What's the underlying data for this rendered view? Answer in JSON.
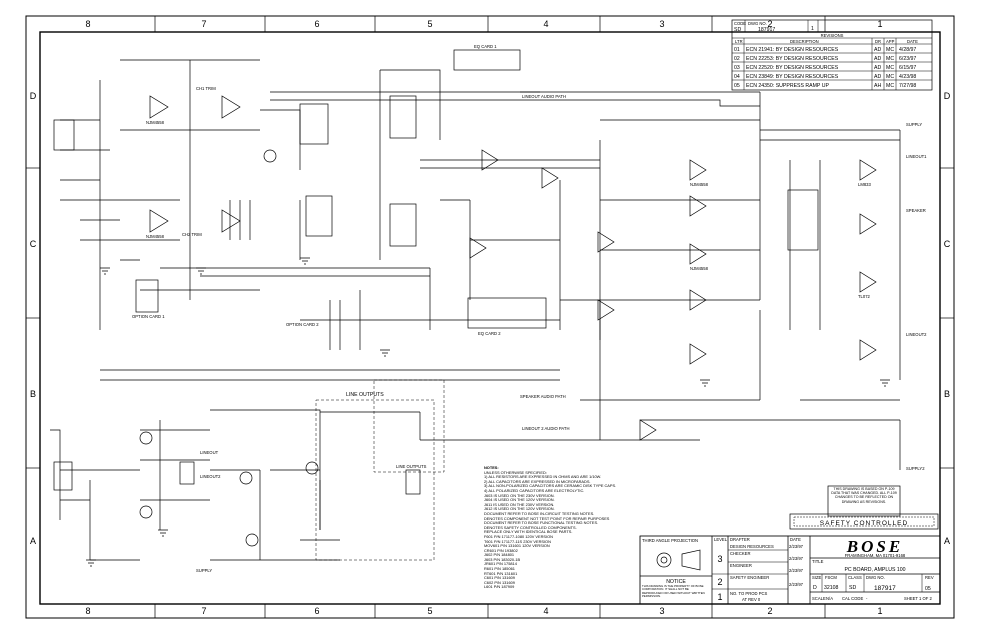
{
  "frame": {
    "zones_top": [
      "8",
      "7",
      "6",
      "5",
      "4",
      "3",
      "2",
      "1"
    ],
    "zones_bottom": [
      "8",
      "7",
      "6",
      "5",
      "4",
      "3",
      "2",
      "1"
    ],
    "zones_left": [
      "D",
      "C",
      "B",
      "A"
    ],
    "zones_right": [
      "D",
      "C",
      "B",
      "A"
    ]
  },
  "corner_block": {
    "code_label": "CODE",
    "code_value": "SD",
    "dwg_label": "DWG NO.",
    "dwg_value": "187917",
    "rev_value": "1"
  },
  "revisions": {
    "title": "REVISIONS",
    "headers": [
      "LTR",
      "DESCRIPTION",
      "DR",
      "APP",
      "DATE"
    ],
    "rows": [
      [
        "01",
        "ECN 21941: BY DESIGN RESOURCES",
        "AD",
        "MC",
        "4/28/97"
      ],
      [
        "02",
        "ECN 22253: BY DESIGN RESOURCES",
        "AD",
        "MC",
        "6/23/97"
      ],
      [
        "03",
        "ECN 22520: BY DESIGN RESOURCES",
        "AD",
        "MC",
        "6/15/97"
      ],
      [
        "04",
        "ECN 23849: BY DESIGN RESOURCES",
        "AD",
        "MC",
        "4/23/98"
      ],
      [
        "05",
        "ECN 24350: SUPPRESS RAMP UP",
        "AH",
        "MC",
        "7/27/98"
      ]
    ]
  },
  "labels": {
    "line_outputs": "LINE OUTPUTS",
    "option_card_1": "OPTION CARD 1",
    "option_card_2": "OPTION CARD 2",
    "lineout_audio_path": "LINEOUT AUDIO PATH",
    "lineout_2_audio_path": "LINEOUT 2 AUDIO PATH",
    "speaker_audio_path": "SPEAKER AUDIO PATH",
    "ch1_trim": "CH1 TRIM",
    "ch2_trim": "CH2 TRIM",
    "line_outputs_conn": "LINE OUTPUTS",
    "eq_card": "EQ CARD 1",
    "eq_card_2": "EQ CARD 2",
    "lineout1": "LINEOUT1",
    "lineout2": "LINEOUT2",
    "lineout_l": "LINEOUT",
    "lineout_r": "LINEOUT2",
    "supply": "SUPPLY",
    "supply2": "SUPPLY2",
    "supply_l": "SUPPLY",
    "speaker_out": "SPEAKER",
    "ic_1": "NJM4558",
    "ic_2": "NJM4558",
    "ic_3": "NJM4558",
    "ic_4": "NJM4558",
    "ic_5": "LM833",
    "ic_6": "TL072"
  },
  "notes": {
    "heading": "NOTES:",
    "lines": [
      "UNLESS OTHERWISE SPECIFIED:",
      "1) ALL RESISTORS ARE EXPRESSED IN OHMS AND ARE 1/10W.",
      "2) ALL CAPACITORS ARE EXPRESSED IN MICROFARADS.",
      "3) ALL NON-POLARIZED CAPACITORS ARE CERAMIC DISK TYPE CAPS.",
      "4) ALL POLARIZED CAPACITORS ARE ELECTROLYTIC.",
      "J603 IS USED ON THE 230V VERSION.",
      "J604 IS USED ON THE 120V VERSION.",
      "J611 IS USED ON THE 230V VERSION.",
      "J612 IS USED ON THE 120V VERSION.",
      "DOCUMENT REFER TO BOSE IN-CIRCUIT TESTING NOTES.",
      "DENOTES COMPONENT NOT TEST POINT FOR REPAIR PURPOSES",
      "DOCUMENT REFER TO BOSE FUNCTIONAL TESTING NOTES.",
      "DENOTES SAFETY CONTROLLED COMPONENTS.",
      "REPLACE ONLY WITH IDENTICAL BOSE PARTS."
    ],
    "parts": [
      "F601   P/N 171177-1080    120V VERSION",
      "T601   P/N 171177-11S    230V VERSION",
      "MOV601 P/N 131601    120V VERSION",
      "CR601  P/N 193802",
      "J602   P/N 184801",
      "J603   P/N 183020-1B",
      "JR601  P/N 175814",
      "R601   P/N 185061",
      "RT601  P/N 131601",
      "C601   P/N 131609",
      "C602   P/N 131609",
      "L601   P/N 187909"
    ]
  },
  "notice": {
    "title": "NOTICE",
    "text": "THIS DRAWING IS THE PROPERTY OF BOSE CORPORATION. IT SHALL NOT BE REPRODUCED OR USED WITHOUT WRITTEN PERMISSION."
  },
  "stamp": {
    "text": "THIS DRAWING IS BASED ON P-109 DATA THAT WAS CHANGED. ALL P-109 CHANGES TO BE REFLECTED ON DRAWING AS REVISIONS."
  },
  "safety_banner": "SAFETY CONTROLLED",
  "title_block": {
    "projection": "THIRD ANGLE PROJECTION",
    "level_label": "LEVEL",
    "levels": [
      "3",
      "2",
      "1"
    ],
    "drafter_label": "DRAFTER",
    "drafter_value": "DESIGN RESOURCES",
    "checker_label": "CHECKER",
    "engineer_label": "ENGINEER",
    "safety_engineer_label": "SAFETY ENGINEER",
    "date_label": "DATE",
    "dates": [
      "2/23/97",
      "2/23/97",
      "2/23/97",
      "2/23/97"
    ],
    "logo": "BOSE",
    "company": "FRAMINGHAM, MA 01701-9168",
    "title_label": "TITLE",
    "title": "PC BOARD, AMPLUS 100",
    "size_label": "SIZE",
    "size_value": "D",
    "fscm_label": "FSCM",
    "fscm_value": "32108",
    "class_label": "CLASS",
    "class_value": "SD",
    "dwg_label": "DWG NO.",
    "dwg_value": "187917",
    "rev_label": "REV",
    "rev_value": "05",
    "scale_label": "SCALE",
    "scale_value": "N/A",
    "cal_code_label": "CAL CODE",
    "cal_code_value": "-",
    "sheet_label": "SHEET 1 OF 2",
    "note_line": "NO. TO PROD PCS",
    "note_value": "AT REV 0"
  }
}
